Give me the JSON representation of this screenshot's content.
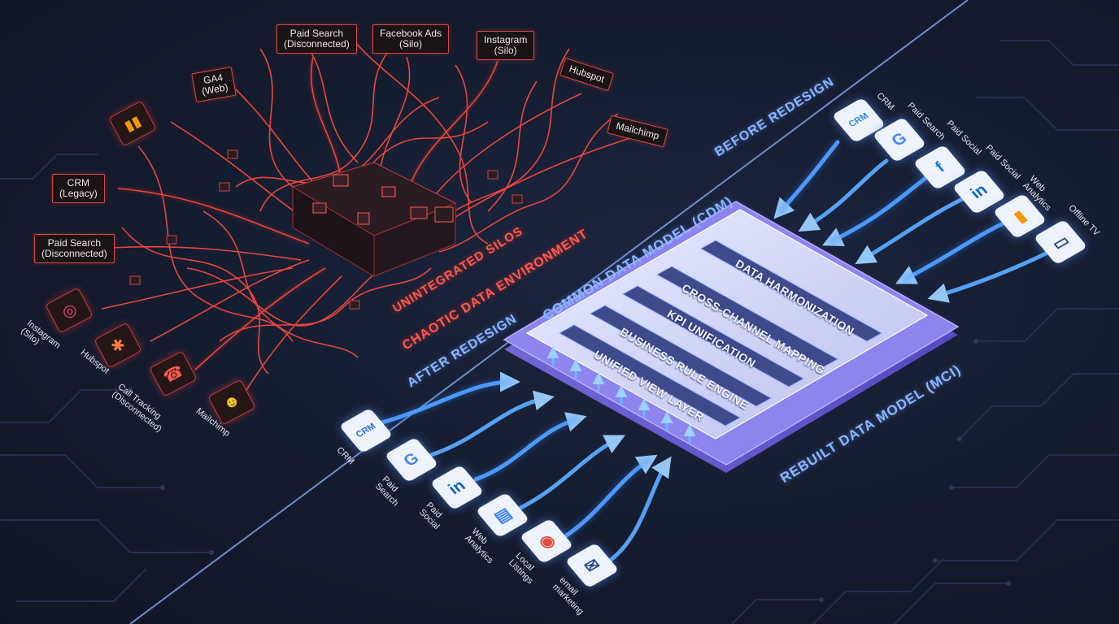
{
  "titles": {
    "before": "BEFORE REDESIGN",
    "after": "AFTER REDESIGN",
    "chaotic": "CHAOTIC DATA ENVIRONMENT",
    "silos": "UNINTEGRATED SILOS",
    "cdm": "COMMON DATA MODEL (CDM)",
    "rebuilt": "REBUILT DATA MODEL (MCI)"
  },
  "layers": [
    "DATA HARMONIZATION",
    "CROSS-CHANNEL MAPPING",
    "KPI UNIFICATION",
    "BUSINESS RULE ENGINE",
    "UNIFIED VIEW LAYER"
  ],
  "chaotic_boxes": [
    {
      "label": "Paid Search\n(Disconnected)"
    },
    {
      "label": "Facebook Ads\n(Silo)"
    },
    {
      "label": "Instagram\n(Silo)"
    },
    {
      "label": "GA4\n(Web)"
    },
    {
      "label": "Hubspot"
    },
    {
      "label": "Mailchimp"
    },
    {
      "label": "CRM\n(Legacy)"
    },
    {
      "label": "Paid Search\n(Disconnected)"
    }
  ],
  "chaotic_tiles": [
    {
      "label": "Instagram\n(Silo)",
      "icon": "instagram-icon"
    },
    {
      "label": "Hubspot",
      "icon": "hubspot-icon"
    },
    {
      "label": "Call Tracking\n(Disconnected)",
      "icon": "phone-icon"
    },
    {
      "label": "Mailchimp",
      "icon": "mailchimp-icon"
    }
  ],
  "top_sources": [
    {
      "label": "CRM",
      "icon": "salesforce-icon",
      "glyph": "CRM",
      "color": "#2a8be0"
    },
    {
      "label": "Paid Search",
      "icon": "google-icon",
      "glyph": "G",
      "color": "#4285f4"
    },
    {
      "label": "Paid Social",
      "icon": "facebook-icon",
      "glyph": "f",
      "color": "#1877f2"
    },
    {
      "label": "Paid Social",
      "icon": "linkedin-icon",
      "glyph": "in",
      "color": "#0a66c2"
    },
    {
      "label": "Web\nAnalytics",
      "icon": "ga-icon",
      "glyph": "▮",
      "color": "#f29900"
    },
    {
      "label": "Offline TV",
      "icon": "tv-icon",
      "glyph": "▭",
      "color": "#2b4a8a"
    }
  ],
  "bottom_sources": [
    {
      "label": "CRM",
      "icon": "crm-icon",
      "glyph": "CRM",
      "color": "#2a6bd4"
    },
    {
      "label": "Paid\nSearch",
      "icon": "google-icon",
      "glyph": "G",
      "color": "#4285f4"
    },
    {
      "label": "Paid\nSocial",
      "icon": "linkedin-icon",
      "glyph": "in",
      "color": "#0a66c2"
    },
    {
      "label": "Web\nAnalytics",
      "icon": "chat-icon",
      "glyph": "▤",
      "color": "#3b82f6"
    },
    {
      "label": "Local\nListings",
      "icon": "map-pin-icon",
      "glyph": "◉",
      "color": "#e44b3a"
    },
    {
      "label": "email\nmarketing",
      "icon": "mail-icon",
      "glyph": "✉",
      "color": "#2b4a8a"
    }
  ]
}
